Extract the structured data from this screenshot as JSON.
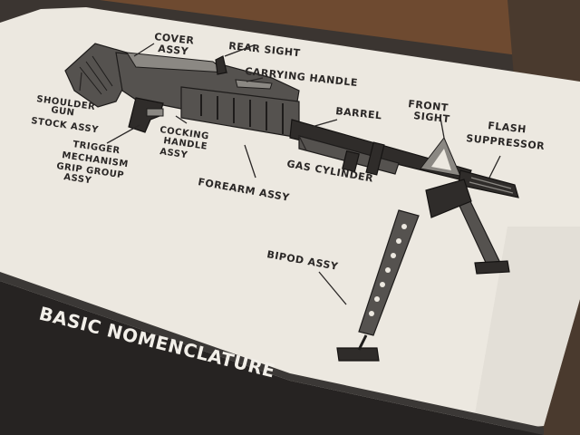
{
  "poster": {
    "title": "BASIC NOMENCLATURE",
    "labels": {
      "cover_assy": [
        "COVER",
        "ASSY"
      ],
      "rear_sight": "REAR SIGHT",
      "carrying_handle": "CARRYING HANDLE",
      "barrel": "BARREL",
      "front_sight": [
        "FRONT",
        "SIGHT"
      ],
      "flash_suppressor": [
        "FLASH",
        "SUPPRESSOR"
      ],
      "shoulder_gun_stock": [
        "SHOULDER",
        "GUN",
        "STOCK ASSY"
      ],
      "trigger_mechanism": [
        "TRIGGER",
        "MECHANISM",
        "GRIP GROUP",
        "ASSY"
      ],
      "cocking_handle": [
        "COCKING",
        "HANDLE",
        "ASSY"
      ],
      "forearm_assy": "FOREARM ASSY",
      "gas_cylinder": "GAS CYLINDER",
      "bipod_assy": "BIPOD ASSY"
    }
  }
}
